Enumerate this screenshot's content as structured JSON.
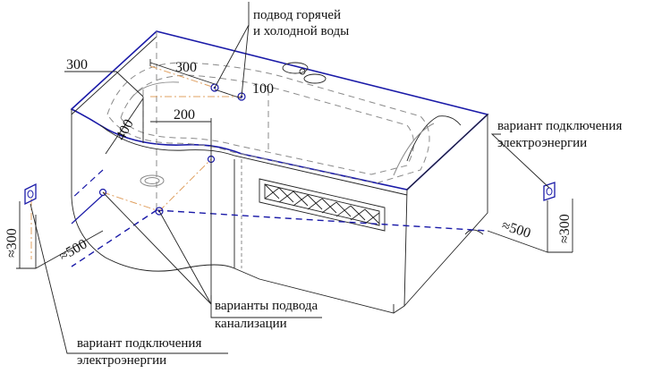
{
  "labels": {
    "water_line1": "подвод горячей",
    "water_line2": "и холодной воды",
    "elec_right_line1": "вариант подключения",
    "elec_right_line2": "электроэнергии",
    "drain_line1": "варианты подвода",
    "drain_line2": "канализации",
    "elec_left_line1": "вариант подключения",
    "elec_left_line2": "электроэнергии"
  },
  "dimensions": {
    "d300_top": "300",
    "d300_side": "300",
    "d100": "100",
    "d200": "200",
    "d400": "400",
    "d500_left": "≈500",
    "d300_left": "≈300",
    "d500_right": "≈500",
    "d300_right": "≈300"
  },
  "colors": {
    "outline": "#1a1aa8",
    "hidden": "#8a8a8a",
    "axis": "#e0a060"
  }
}
